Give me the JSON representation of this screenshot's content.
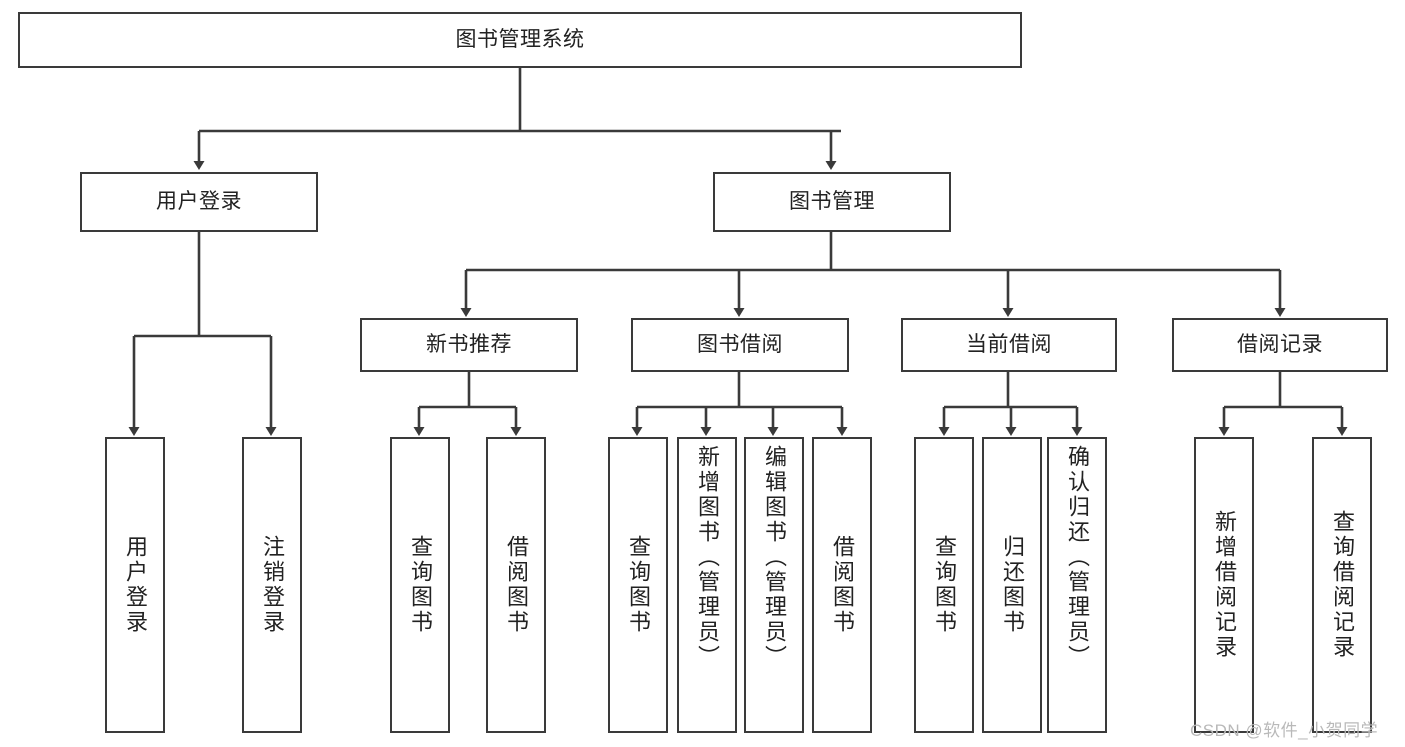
{
  "diagram": {
    "type": "hierarchy-tree",
    "title": "图书管理系统",
    "root": {
      "label": "图书管理系统"
    },
    "level2": [
      {
        "label": "用户登录"
      },
      {
        "label": "图书管理"
      }
    ],
    "level3": [
      {
        "label": "新书推荐"
      },
      {
        "label": "图书借阅"
      },
      {
        "label": "当前借阅"
      },
      {
        "label": "借阅记录"
      }
    ],
    "leaves": {
      "user_login": [
        {
          "label": "用户登录"
        },
        {
          "label": "注销登录"
        }
      ],
      "new_book_recommend": [
        {
          "label": "查询图书"
        },
        {
          "label": "借阅图书"
        }
      ],
      "book_borrow": [
        {
          "label": "查询图书"
        },
        {
          "label": "新增图书（管理员）"
        },
        {
          "label": "编辑图书（管理员）"
        },
        {
          "label": "借阅图书"
        }
      ],
      "current_borrow": [
        {
          "label": "查询图书"
        },
        {
          "label": "归还图书"
        },
        {
          "label": "确认归还（管理员）"
        }
      ],
      "borrow_record": [
        {
          "label": "新增借阅记录"
        },
        {
          "label": "查询借阅记录"
        }
      ]
    }
  },
  "watermark": {
    "text": "CSDN @软件_小贺同学"
  },
  "colors": {
    "background": "#ffffff",
    "box_border": "#3a3a3a",
    "text": "#222222",
    "connector": "#3a3a3a",
    "watermark": "#b9b9b9"
  }
}
